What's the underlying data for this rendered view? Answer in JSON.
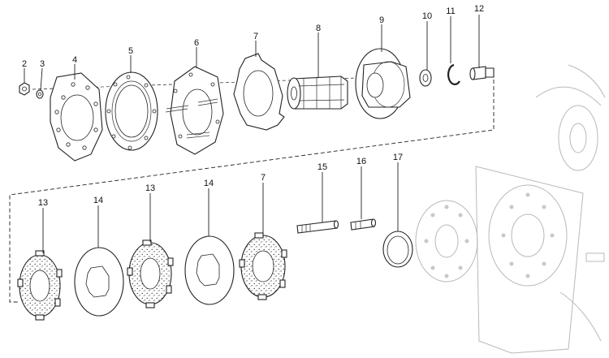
{
  "labels": {
    "p2": "2",
    "p3": "3",
    "p4": "4",
    "p5": "5",
    "p6": "6",
    "p7a": "7",
    "p8": "8",
    "p9": "9",
    "p10": "10",
    "p11": "11",
    "p12": "12",
    "p13a": "13",
    "p14a": "14",
    "p13b": "13",
    "p14b": "14",
    "p7b": "7",
    "p15": "15",
    "p16": "16",
    "p17": "17"
  }
}
